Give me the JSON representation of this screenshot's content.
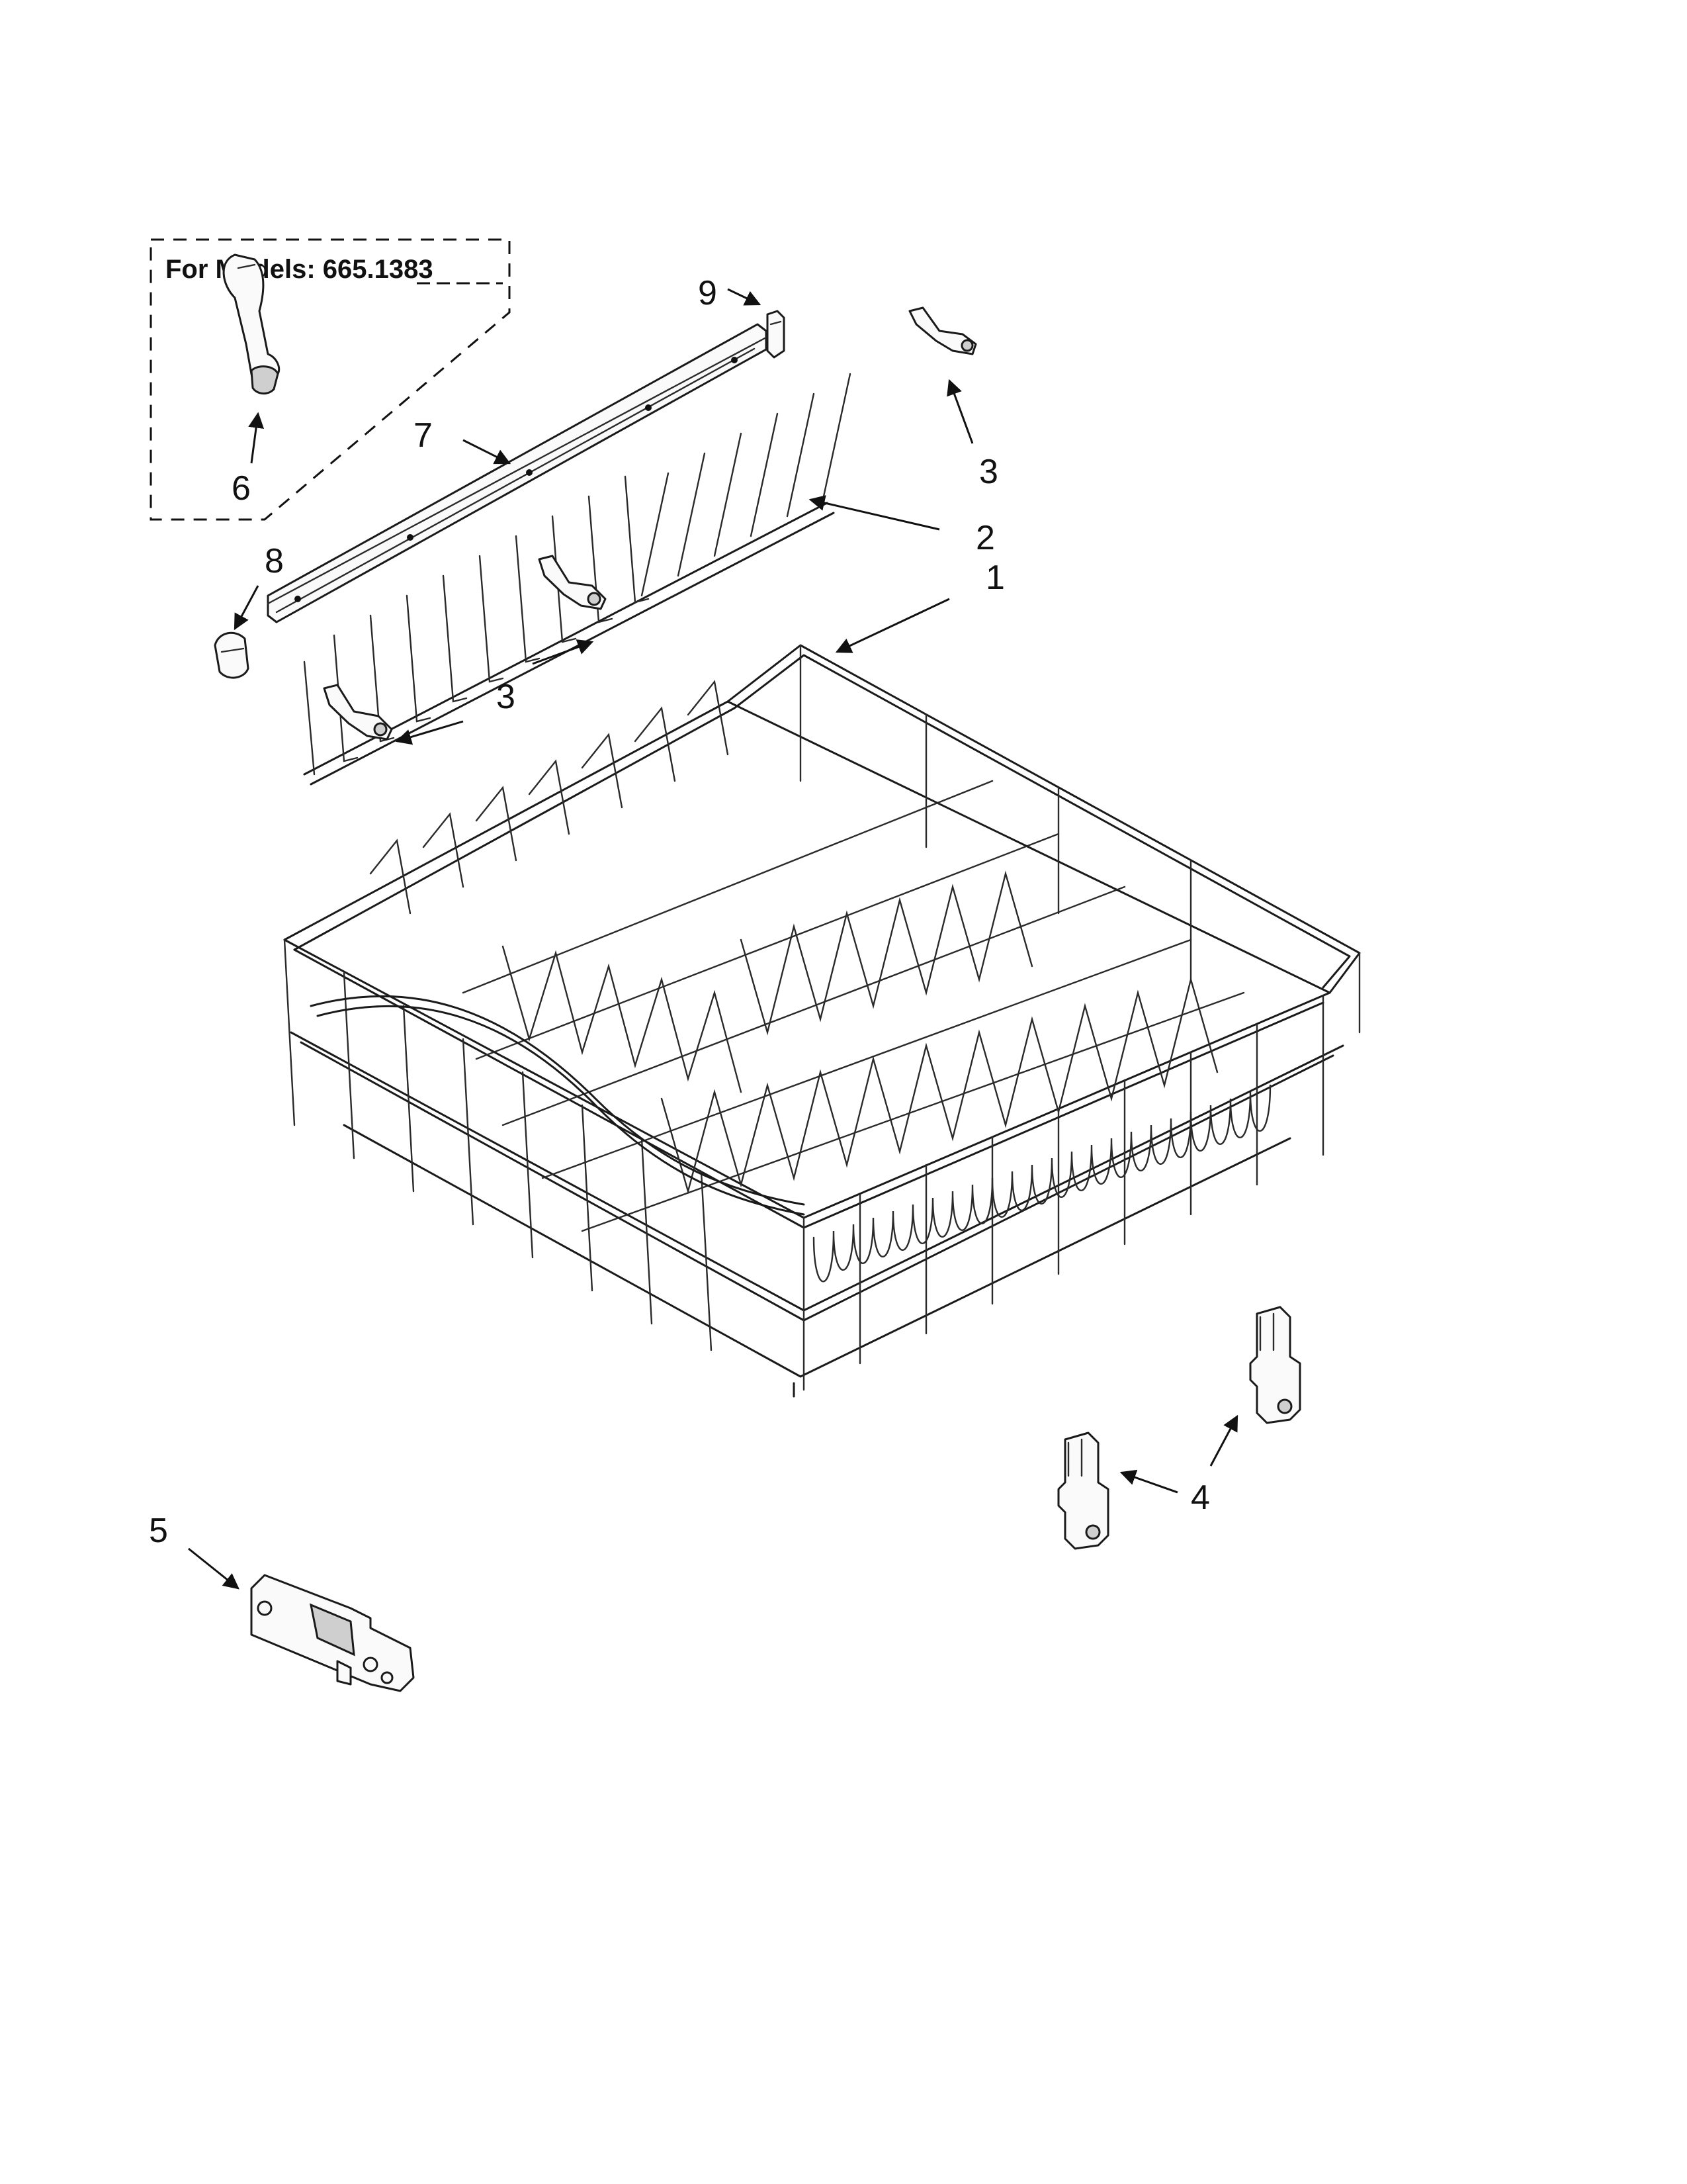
{
  "note": {
    "models_text": "For Models: 665.1383"
  },
  "callouts": {
    "c1": "1",
    "c2": "2",
    "c3_upper": "3",
    "c3_lower": "3",
    "c4": "4",
    "c5": "5",
    "c6": "6",
    "c7": "7",
    "c8": "8",
    "c9": "9"
  }
}
